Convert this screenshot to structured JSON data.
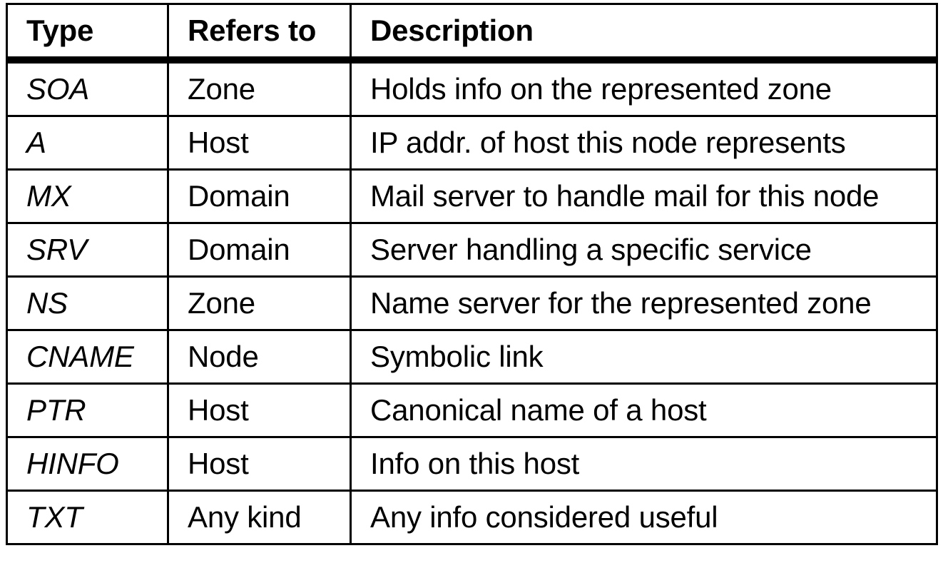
{
  "table": {
    "columns": [
      "Type",
      "Refers to",
      "Description"
    ],
    "rows": [
      {
        "type": "SOA",
        "refers_to": "Zone",
        "description": "Holds info on the represented zone"
      },
      {
        "type": "A",
        "refers_to": "Host",
        "description": "IP addr. of host this node represents"
      },
      {
        "type": "MX",
        "refers_to": "Domain",
        "description": "Mail server to handle mail for this node"
      },
      {
        "type": "SRV",
        "refers_to": "Domain",
        "description": "Server handling a specific service"
      },
      {
        "type": "NS",
        "refers_to": "Zone",
        "description": "Name server for the represented zone"
      },
      {
        "type": "CNAME",
        "refers_to": "Node",
        "description": "Symbolic link"
      },
      {
        "type": "PTR",
        "refers_to": "Host",
        "description": "Canonical name of a host"
      },
      {
        "type": "HINFO",
        "refers_to": "Host",
        "description": "Info on this host"
      },
      {
        "type": "TXT",
        "refers_to": "Any kind",
        "description": "Any info considered useful"
      }
    ]
  },
  "style": {
    "border_color": "#000000",
    "background_color": "#ffffff",
    "text_color": "#000000"
  }
}
